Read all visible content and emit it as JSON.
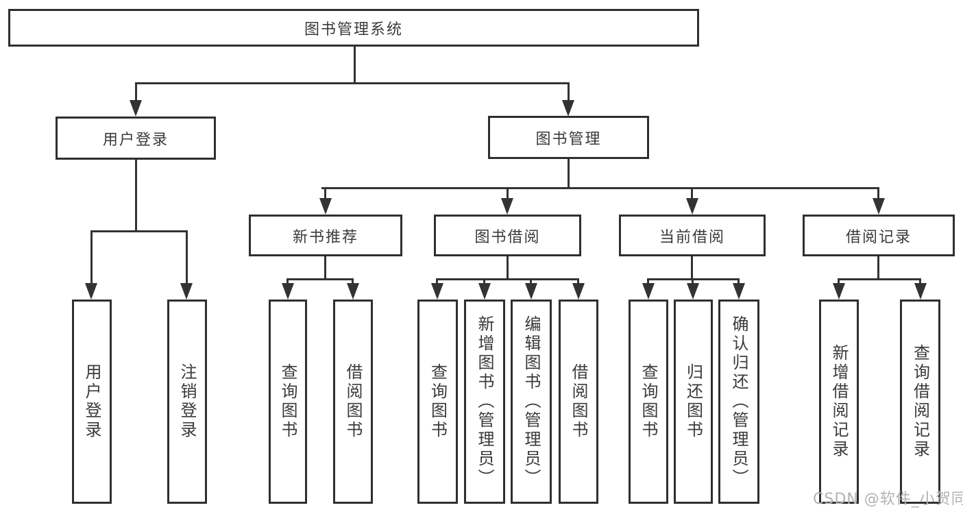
{
  "diagram": {
    "type": "hierarchy-tree",
    "colors": {
      "line": "#333333",
      "box_border": "#2f2f2f",
      "text": "#3a3a3a",
      "background": "#ffffff",
      "watermark": "#b2b2b2"
    },
    "root": {
      "label": "图书管理系统"
    },
    "level2": [
      {
        "label": "用户登录"
      },
      {
        "label": "图书管理"
      }
    ],
    "user_login_children": [
      {
        "label": "用户登录"
      },
      {
        "label": "注销登录"
      }
    ],
    "book_management_children": [
      {
        "label": "新书推荐"
      },
      {
        "label": "图书借阅"
      },
      {
        "label": "当前借阅"
      },
      {
        "label": "借阅记录"
      }
    ],
    "new_book_children": [
      {
        "label": "查询图书"
      },
      {
        "label": "借阅图书"
      }
    ],
    "book_borrowing_children": [
      {
        "label": "查询图书"
      },
      {
        "label": "新增图书（管理员）"
      },
      {
        "label": "编辑图书（管理员）"
      },
      {
        "label": "借阅图书"
      }
    ],
    "current_borrowing_children": [
      {
        "label": "查询图书"
      },
      {
        "label": "归还图书"
      },
      {
        "label": "确认归还（管理员）"
      }
    ],
    "borrowing_records_children": [
      {
        "label": "新增借阅记录"
      },
      {
        "label": "查询借阅记录"
      }
    ]
  },
  "watermark": {
    "text": "CSDN @软件_小贺同学"
  }
}
